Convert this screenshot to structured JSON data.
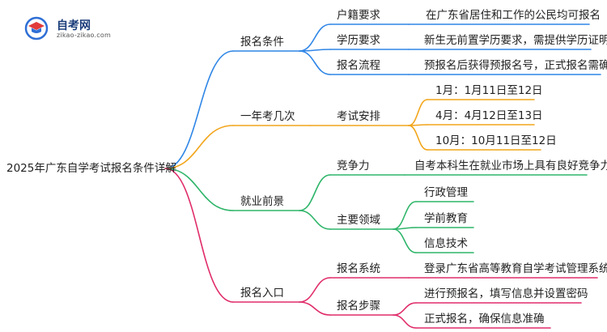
{
  "brand": {
    "name": "自考网",
    "url": "zikao-zikao.com",
    "color_blue": "#2f6fd6",
    "color_red": "#e23b3b",
    "icon": "graduation-cap-icon"
  },
  "mindmap": {
    "root": "2025年广东自学考试报名条件详解",
    "branches": [
      {
        "label": "报名条件",
        "color": "#2f86e6",
        "children": [
          {
            "label": "户籍要求",
            "children": [
              {
                "label": "在广东省居住和工作的公民均可报名"
              }
            ]
          },
          {
            "label": "学历要求",
            "children": [
              {
                "label": "新生无前置学历要求，需提供学历证明"
              }
            ]
          },
          {
            "label": "报名流程",
            "children": [
              {
                "label": "预报名后获得预报名号，正式报名需确认"
              }
            ]
          }
        ]
      },
      {
        "label": "一年考几次",
        "color": "#f2a51a",
        "children": [
          {
            "label": "考试安排",
            "children": [
              {
                "label": "1月：1月11日至12日"
              },
              {
                "label": "4月：4月12日至13日"
              },
              {
                "label": "10月：10月11日至12日"
              }
            ]
          }
        ]
      },
      {
        "label": "就业前景",
        "color": "#2fb56a",
        "children": [
          {
            "label": "竞争力",
            "children": [
              {
                "label": "自考本科生在就业市场上具有良好竞争力"
              }
            ]
          },
          {
            "label": "主要领域",
            "children": [
              {
                "label": "行政管理"
              },
              {
                "label": "学前教育"
              },
              {
                "label": "信息技术"
              }
            ]
          }
        ]
      },
      {
        "label": "报名入口",
        "color": "#e02c6a",
        "children": [
          {
            "label": "报名系统",
            "children": [
              {
                "label": "登录广东省高等教育自学考试管理系统"
              }
            ]
          },
          {
            "label": "报名步骤",
            "children": [
              {
                "label": "进行预报名，填写信息并设置密码"
              },
              {
                "label": "正式报名，确保信息准确"
              }
            ]
          }
        ]
      }
    ]
  }
}
